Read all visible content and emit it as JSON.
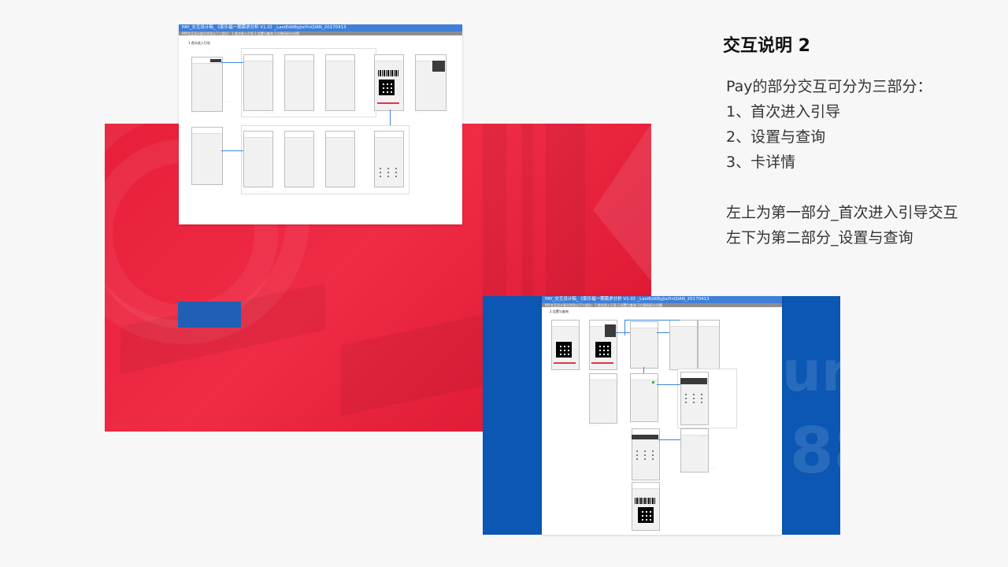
{
  "slide": {
    "title": "交互说明 2",
    "lines": [
      "Pay的部分交互可分为三部分：",
      "1、首次进入引导",
      "2、设置与查询",
      "3、卡详情"
    ],
    "lines2": [
      "左上为第一部分_首次进入引导交互",
      "左下为第二部分_设置与查询"
    ]
  },
  "doc1": {
    "titlebar": "PAY_交互设计稿_《家乐福一期需求分析 V1.0》_LastEditByJiaYinQIAN_20170413",
    "subbar": "PAY交互设计部分涉及以下三部分：1.首次进入引导  2.设置与查询  3.付款码码卡详情",
    "section": "1.首次进入引导"
  },
  "doc2": {
    "titlebar": "PAY_交互设计稿_《家乐福一期需求分析 V1.0》_LastEditByJiaYinQIAN_20170413",
    "subbar": "PAY交互设计部分涉及以下三部分：1.首次进入引导  2.设置与查询  3.付款码码卡详情",
    "section": "2.设置与查询"
  },
  "colors": {
    "red": "#e81f3a",
    "blue": "#0b57b3",
    "accent": "#3f7fd8"
  }
}
